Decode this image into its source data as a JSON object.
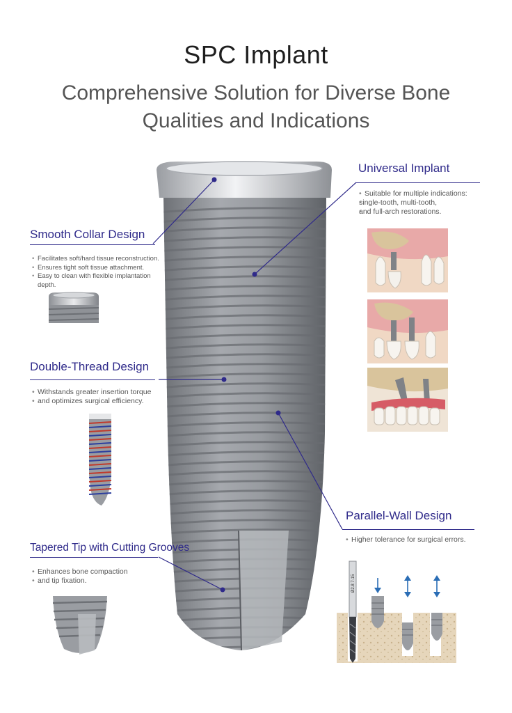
{
  "page": {
    "title": "SPC Implant",
    "subtitle_line1": "Comprehensive Solution for Diverse Bone",
    "subtitle_line2": "Qualities and Indications"
  },
  "colors": {
    "accent": "#2f2a8a",
    "implant": "#8e9196",
    "gum": "#e3a6a8",
    "bone": "#d9c49c",
    "thread_red": "#c0392b",
    "thread_blue": "#2c3e9e"
  },
  "features": {
    "smooth_collar": {
      "heading": "Smooth Collar Design",
      "bullets": [
        "Facilitates soft/hard tissue reconstruction.",
        "Ensures tight soft tissue attachment.",
        "Easy to clean with flexible implantation depth."
      ]
    },
    "double_thread": {
      "heading": "Double-Thread Design",
      "bullets": [
        "Withstands greater insertion torque",
        "and optimizes surgical efficiency."
      ]
    },
    "tapered_tip": {
      "heading": "Tapered Tip with Cutting Grooves",
      "bullets": [
        "Enhances bone compaction",
        "and tip fixation."
      ]
    },
    "universal": {
      "heading": "Universal Implant",
      "bullets": [
        "Suitable for multiple indications:",
        "single-tooth, multi-tooth,",
        "and full-arch restorations."
      ]
    },
    "parallel_wall": {
      "heading": "Parallel-Wall Design",
      "bullets": [
        "Higher tolerance for surgical errors."
      ]
    }
  },
  "drill": {
    "label": "Ø2.8 7-15"
  },
  "icons": {
    "arrow_down": "down-arrow-icon",
    "arrow_updown": "up-down-arrow-icon"
  }
}
